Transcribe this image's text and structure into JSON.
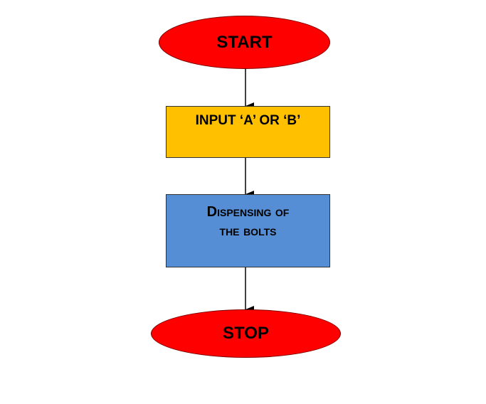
{
  "colors": {
    "terminal": "#ff0000",
    "input": "#ffc000",
    "process": "#558ed5",
    "arrow": "#000000"
  },
  "nodes": {
    "start": {
      "label": "START"
    },
    "input": {
      "label": "INPUT ‘A’ OR ‘B’"
    },
    "process": {
      "line1": "Dispensing of",
      "line2": "the bolts"
    },
    "stop": {
      "label": "STOP"
    }
  }
}
